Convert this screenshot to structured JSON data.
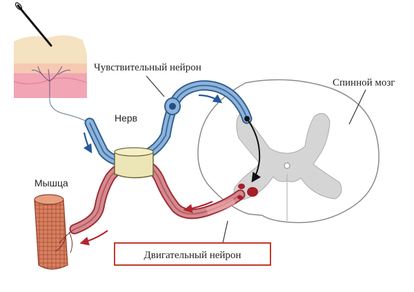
{
  "labels": {
    "sensory_neuron": "Чувствительный нейрон",
    "spinal_cord": "Спинной мозг",
    "nerve": "Нерв",
    "muscle": "Мышца",
    "motor_neuron": "Двигательный нейрон"
  },
  "colors": {
    "sensory_fiber": "#8fb3d9",
    "sensory_outline": "#2f5f93",
    "motor_fiber": "#d48a8f",
    "motor_outline": "#9a2f36",
    "arrow_blue": "#24579a",
    "arrow_red": "#b3262e",
    "nerve_sheath": "#ece5b5",
    "grey_matter": "#d5d5d5",
    "skin_top": "#f5e2c0",
    "skin_mid": "#f6c9b2",
    "skin_bottom": "#f2a5b4",
    "muscle": "#d98060",
    "motor_label_border": "#c0392b"
  },
  "icons": {
    "needle": "needle-icon"
  }
}
